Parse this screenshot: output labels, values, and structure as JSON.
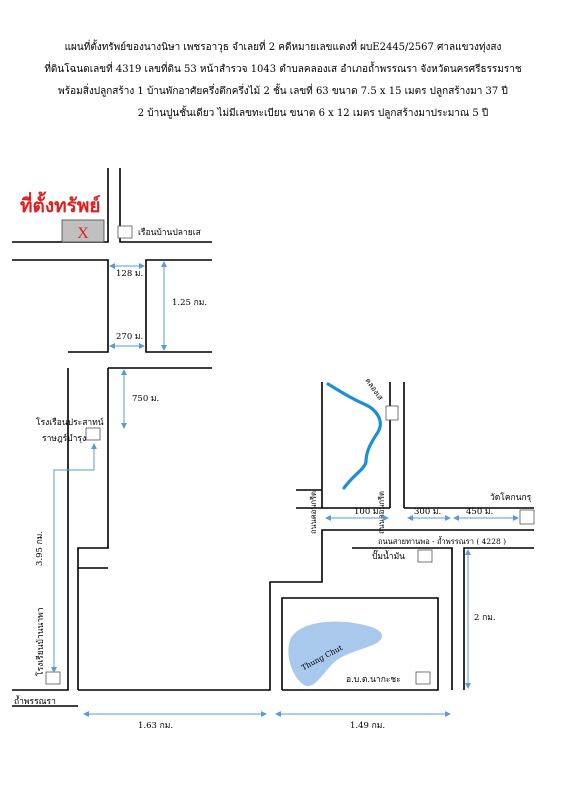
{
  "header": {
    "line1": "แผนที่ตั้งทรัพย์ของนางนิษา  เพชรอาวุธ จำเลยที่ 2  คดีหมายเลขแดงที่ ผบE2445/2567  ศาลแขวงทุ่งสง",
    "line2": "ที่ดินโฉนดเลขที่ 4319 เลขที่ดิน 53  หน้าสำรวจ 1043  ตำบลคลองเส  อำเภอถ้ำพรรณรา  จังหวัดนครศรีธรรมราช",
    "line3": "พร้อมสิ่งปลูกสร้าง  1  บ้านพักอาศัยครึ่งตึกครึ่งไม้ 2 ชั้น เลขที่ 63 ขนาด 7.5 x 15 เมตร ปลูกสร้างมา 37 ปี",
    "line4": "2  บ้านปูนชั้นเดียว ไม่มีเลขทะเบียน ขนาด 6 x 12 เมตร ปลูกสร้างมาประมาณ 5 ปี"
  },
  "map": {
    "property_title": "ที่ตั้งทรัพย์",
    "property_marker": "X",
    "labels": {
      "house_near": "เรือนบ้านปลายเส",
      "school_prasan": "โรงเรือนประสาทน์",
      "school_prasan2": "ราษฎร์บำรุง",
      "school_bannapa": "โรงเรียนบ้านนาพา",
      "tham_phannara": "ถ้ำพรรณรา",
      "canal": "คลองเส",
      "road_left": "ถนนคอนกรีต",
      "road_right": "ถนนคอนกรีต",
      "wat": "วัดโคกนกรุ",
      "main_road": "ถนนสายทานพอ - ถ้ำพรรณรา ( 4228 )",
      "gas_station": "ปั๊มน้ำมัน",
      "thung_chut": "Thung Chut",
      "abt": "อ.บ.ต.นากะชะ"
    },
    "distances": {
      "d128": "128  ม.",
      "d270": "270  ม.",
      "d125": "1.25 กม.",
      "d750": "750  ม.",
      "d395": "3.95 กม.",
      "d100": "100  ม.",
      "d300": "300  ม.",
      "d450": "450  ม.",
      "d2km": "2 กม.",
      "d163": "1.63 กม.",
      "d149": "1.49 กม."
    },
    "colors": {
      "road": "#000000",
      "dimension": "#5b9bd5",
      "canal": "#1e8fd6",
      "pond": "#a8c8ec",
      "property_fill": "#c0c0c0",
      "title": "#e11d1d"
    }
  }
}
